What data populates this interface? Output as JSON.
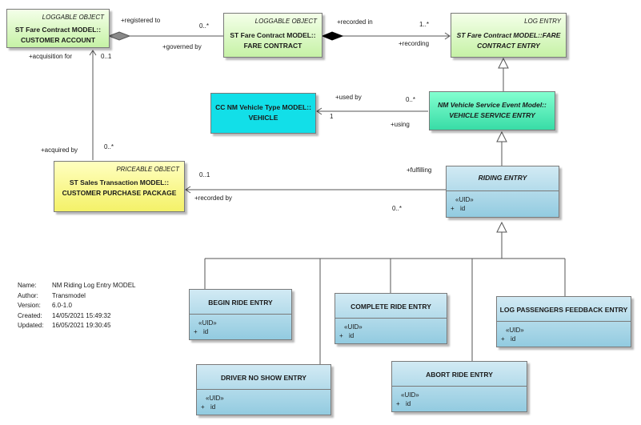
{
  "diagram": {
    "customer_account": {
      "stereotype": "LOGGABLE OBJECT",
      "name": "ST Fare Contract MODEL::\nCUSTOMER ACCOUNT"
    },
    "fare_contract": {
      "stereotype": "LOGGABLE OBJECT",
      "name": "ST Fare Contract MODEL::\nFARE CONTRACT"
    },
    "fare_contract_entry": {
      "stereotype": "LOG ENTRY",
      "name": "ST Fare Contract MODEL::FARE\nCONTRACT ENTRY"
    },
    "vehicle": {
      "name": "CC NM Vehicle Type MODEL::\nVEHICLE"
    },
    "vehicle_service_entry": {
      "name": "NM Vehicle Service Event Model::\nVEHICLE SERVICE ENTRY"
    },
    "customer_purchase_package": {
      "stereotype": "PRICEABLE OBJECT",
      "name": "ST Sales Transaction MODEL::\nCUSTOMER PURCHASE PACKAGE"
    },
    "riding_entry": {
      "name": "RIDING ENTRY",
      "uid": "«UID»",
      "plus": "+",
      "attr": "id"
    },
    "begin_ride_entry": {
      "name": "BEGIN RIDE ENTRY",
      "uid": "«UID»",
      "plus": "+",
      "attr": "id"
    },
    "complete_ride_entry": {
      "name": "COMPLETE RIDE ENTRY",
      "uid": "«UID»",
      "plus": "+",
      "attr": "id"
    },
    "log_passengers_feedback_entry": {
      "name": "LOG PASSENGERS FEEDBACK ENTRY",
      "uid": "«UID»",
      "plus": "+",
      "attr": "id"
    },
    "driver_no_show_entry": {
      "name": "DRIVER NO SHOW ENTRY",
      "uid": "«UID»",
      "plus": "+",
      "attr": "id"
    },
    "abort_ride_entry": {
      "name": "ABORT RIDE ENTRY",
      "uid": "«UID»",
      "plus": "+",
      "attr": "id"
    }
  },
  "labels": {
    "registered_to": "+registered to",
    "mult_0_star_a": "0..*",
    "governed_by": "+governed by",
    "recorded_in": "+recorded in",
    "mult_1_star": "1..*",
    "recording": "+recording",
    "acquisition_for": "+acquisition for",
    "mult_0_1_a": "0..1",
    "used_by": "+used by",
    "mult_0_star_b": "0..*",
    "mult_1": "1",
    "using": "+using",
    "acquired_by": "+acquired by",
    "mult_0_star_c": "0..*",
    "fulfilling": "+fulfilling",
    "mult_0_1_b": "0..1",
    "recorded_by": "+recorded by",
    "mult_0_star_d": "0..*"
  },
  "metadata": {
    "name_key": "Name:",
    "name": "NM Riding Log Entry MODEL",
    "author_key": "Author:",
    "author": "Transmodel",
    "version_key": "Version:",
    "version": "6.0-1.0",
    "created_key": "Created:",
    "created": "14/05/2021 15:49:32",
    "updated_key": "Updated:",
    "updated": "16/05/2021 19:30:45"
  }
}
